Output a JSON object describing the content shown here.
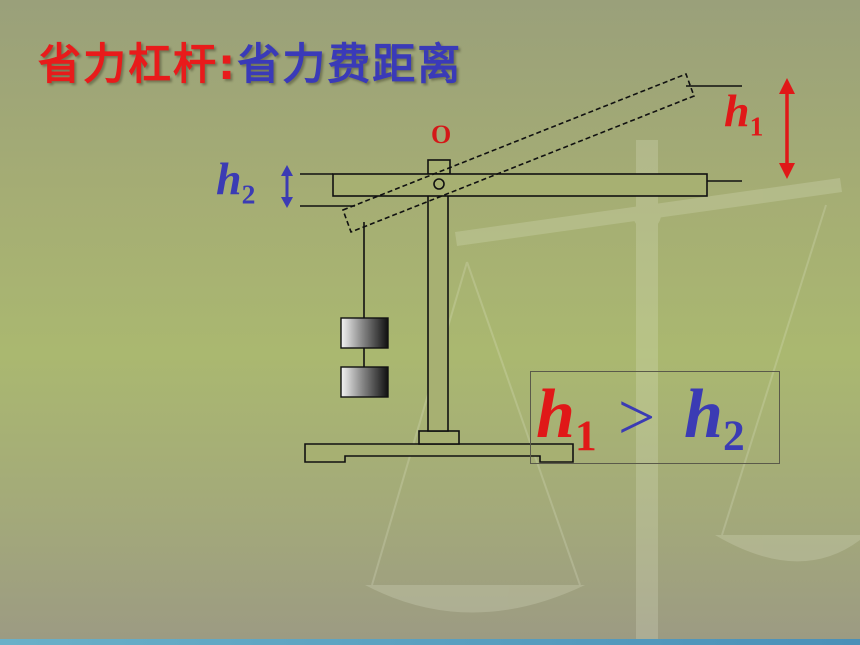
{
  "title": {
    "part1": "省力杠杆",
    "separator": ":",
    "part2": "省力费距离"
  },
  "labels": {
    "pivot": "O",
    "h1_base": "h",
    "h1_sub": "1",
    "h2_base": "h",
    "h2_sub": "2"
  },
  "comparison": {
    "left_base": "h",
    "left_sub": "1",
    "operator": ">",
    "right_base": "h",
    "right_sub": "2"
  },
  "colors": {
    "title_red": "#e81b1b",
    "title_blue": "#3a3ab8",
    "h1_red": "#e01818",
    "h2_blue": "#3b3bb4"
  }
}
